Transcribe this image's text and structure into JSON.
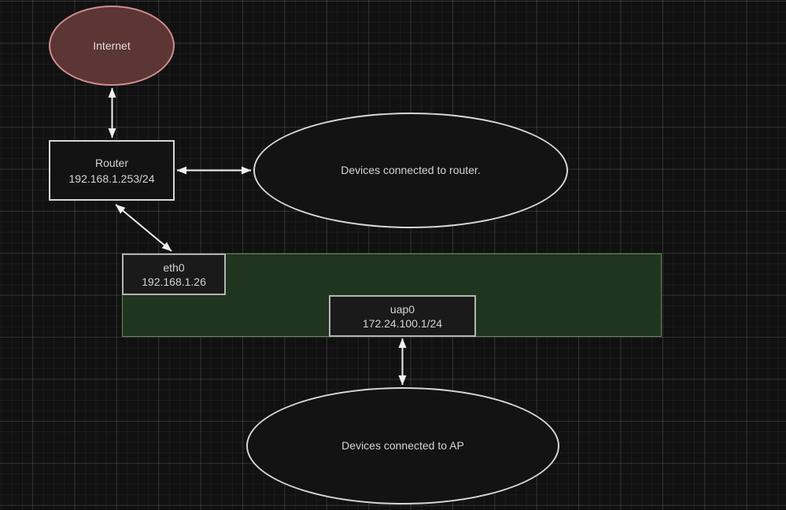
{
  "colors": {
    "background": "#111111",
    "node_fill": "#131313",
    "node_stroke": "#d6d6d6",
    "iface_fill": "#1a1a1a",
    "iface_stroke": "#b4b4b4",
    "text": "#d4d4d4",
    "internet_fill": "#5c3535",
    "internet_stroke": "#cf8d8d",
    "zone_fill": "#20351f",
    "zone_stroke": "#5f8f55",
    "arrow": "#efefef"
  },
  "nodes": {
    "internet": {
      "label": "Internet"
    },
    "router": {
      "label": "Router",
      "ip": "192.168.1.253/24"
    },
    "devices_router": {
      "label": "Devices connected to router."
    },
    "eth0": {
      "label": "eth0",
      "ip": "192.168.1.26"
    },
    "uap0": {
      "label": "uap0",
      "ip": "172.24.100.1/24"
    },
    "devices_ap": {
      "label": "Devices connected to AP"
    }
  },
  "edges": [
    {
      "from": "internet",
      "to": "router",
      "bidirectional": true
    },
    {
      "from": "router",
      "to": "devices_router",
      "bidirectional": true
    },
    {
      "from": "router",
      "to": "eth0",
      "bidirectional": true
    },
    {
      "from": "uap0",
      "to": "devices_ap",
      "bidirectional": true
    }
  ]
}
